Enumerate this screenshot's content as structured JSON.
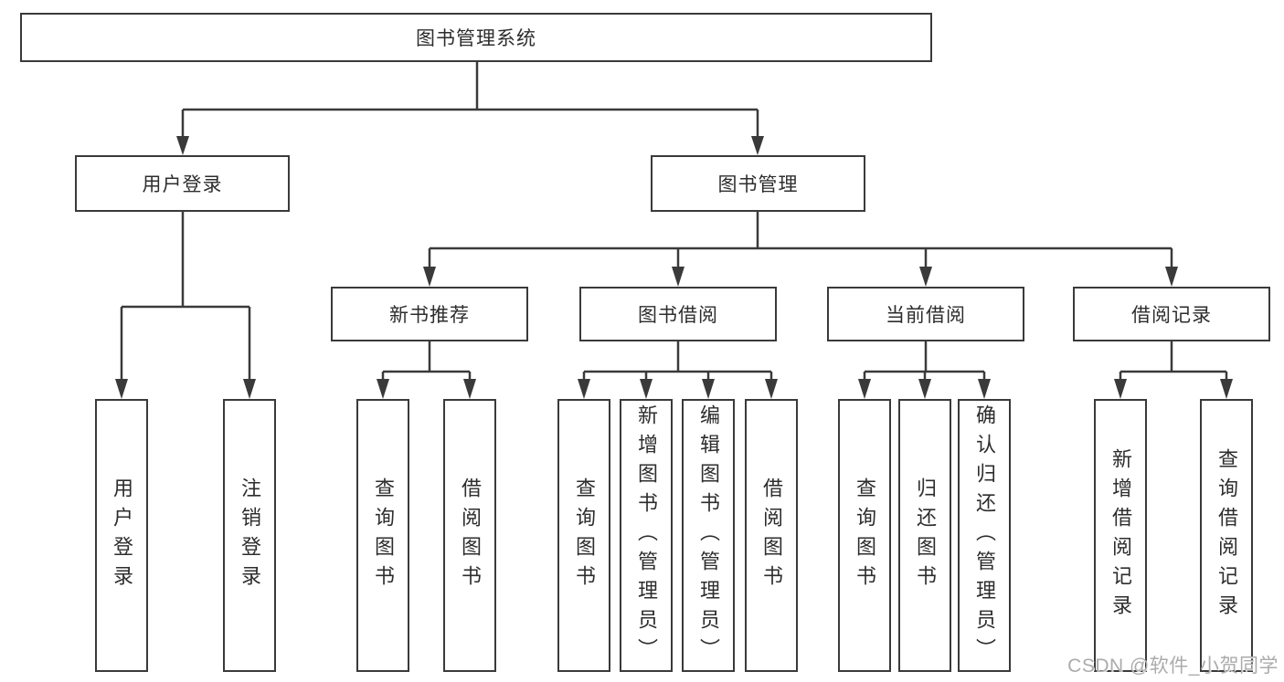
{
  "diagram": {
    "title": "图书管理系统",
    "root": {
      "label": "图书管理系统"
    },
    "branches": [
      {
        "label": "用户登录",
        "children": [
          {
            "label": "用户登录"
          },
          {
            "label": "注销登录"
          }
        ]
      },
      {
        "label": "图书管理",
        "children": [
          {
            "label": "新书推荐",
            "children": [
              {
                "label": "查询图书"
              },
              {
                "label": "借阅图书"
              }
            ]
          },
          {
            "label": "图书借阅",
            "children": [
              {
                "label": "查询图书"
              },
              {
                "label": "新增图书（管理员）"
              },
              {
                "label": "编辑图书（管理员）"
              },
              {
                "label": "借阅图书"
              }
            ]
          },
          {
            "label": "当前借阅",
            "children": [
              {
                "label": "查询图书"
              },
              {
                "label": "归还图书"
              },
              {
                "label": "确认归还（管理员）"
              }
            ]
          },
          {
            "label": "借阅记录",
            "children": [
              {
                "label": "新增借阅记录"
              },
              {
                "label": "查询借阅记录"
              }
            ]
          }
        ]
      }
    ]
  },
  "watermark": {
    "text": "CSDN @软件_小贺同学"
  },
  "colors": {
    "line": "#3a3a3a",
    "text": "#2d2d2d",
    "bg": "#ffffff",
    "watermark": "#ababab"
  }
}
